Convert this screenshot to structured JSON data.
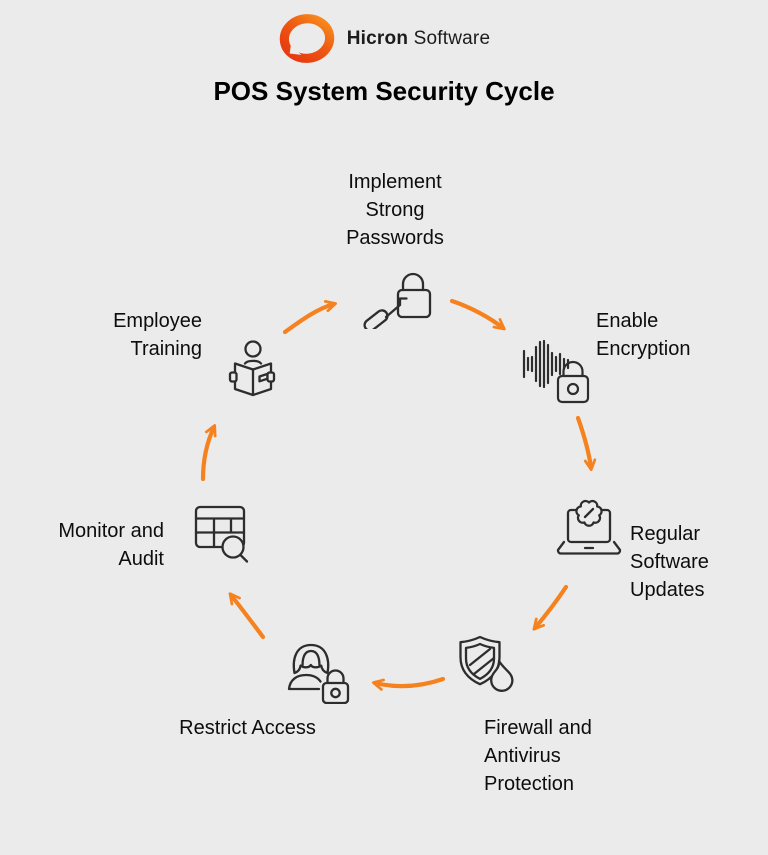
{
  "header": {
    "brand_bold": "Hicron",
    "brand_regular": "Software",
    "title": "POS System Security Cycle"
  },
  "colors": {
    "background": "#ebebeb",
    "arrow_accent": "#f5821f",
    "icon_stroke": "#2d2d2d",
    "text": "#0d0d0d",
    "logo_gradient_bottom_left": "#e5330f",
    "logo_gradient_top_right": "#f8941e"
  },
  "cycle": {
    "direction": "clockwise",
    "steps": [
      {
        "label": "Implement\nStrong\nPasswords",
        "icon": "lock-key-icon"
      },
      {
        "label": "Enable\nEncryption",
        "icon": "encryption-waveform-lock-icon"
      },
      {
        "label": "Regular\nSoftware\nUpdates",
        "icon": "laptop-update-icon"
      },
      {
        "label": "Firewall and\nAntivirus\nProtection",
        "icon": "shield-flame-icon"
      },
      {
        "label": "Restrict Access",
        "icon": "user-lock-icon"
      },
      {
        "label": "Monitor and\nAudit",
        "icon": "table-magnifier-icon"
      },
      {
        "label": "Employee\nTraining",
        "icon": "reading-person-icon"
      }
    ],
    "arrows": [
      {
        "from": "Employee Training",
        "to": "Implement Strong Passwords"
      },
      {
        "from": "Implement Strong Passwords",
        "to": "Enable Encryption"
      },
      {
        "from": "Enable Encryption",
        "to": "Regular Software Updates"
      },
      {
        "from": "Regular Software Updates",
        "to": "Firewall and Antivirus Protection"
      },
      {
        "from": "Firewall and Antivirus Protection",
        "to": "Restrict Access"
      },
      {
        "from": "Restrict Access",
        "to": "Monitor and Audit"
      },
      {
        "from": "Monitor and Audit",
        "to": "Employee Training"
      }
    ]
  }
}
